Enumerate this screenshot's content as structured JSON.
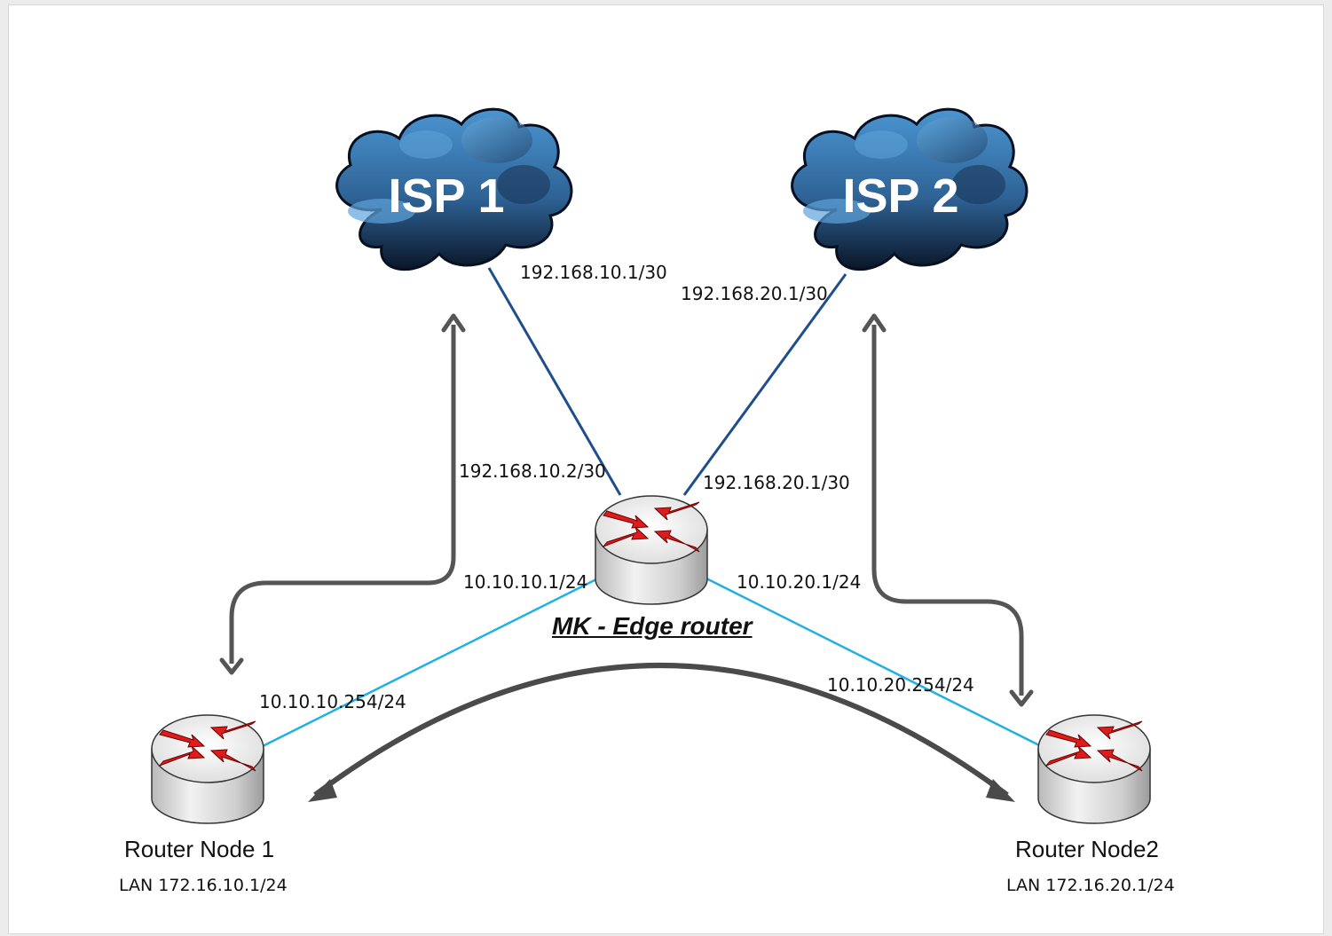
{
  "clouds": [
    {
      "id": "isp1",
      "label": "ISP 1"
    },
    {
      "id": "isp2",
      "label": "ISP 2"
    }
  ],
  "edge_router": {
    "label": "MK - Edge router"
  },
  "nodes": [
    {
      "id": "node1",
      "label": "Router Node 1",
      "lan": "LAN 172.16.10.1/24"
    },
    {
      "id": "node2",
      "label": "Router Node2",
      "lan": "LAN 172.16.20.1/24"
    }
  ],
  "interfaces": {
    "isp1_side": "192.168.10.1/30",
    "isp2_side": "192.168.20.1/30",
    "edge_isp1": "192.168.10.2/30",
    "edge_isp2": "192.168.20.1/30",
    "edge_node1": "10.10.10.1/24",
    "edge_node2": "10.10.20.1/24",
    "node1_side": "10.10.10.254/24",
    "node2_side": "10.10.20.254/24"
  },
  "colors": {
    "wan_link": "#1f4e8c",
    "lan_link": "#1fb0e6",
    "flow_arrow": "#555555",
    "router_arrow": "#e01b1b",
    "cloud_light": "#3f86c4",
    "cloud_dark": "#0c1a2e"
  }
}
